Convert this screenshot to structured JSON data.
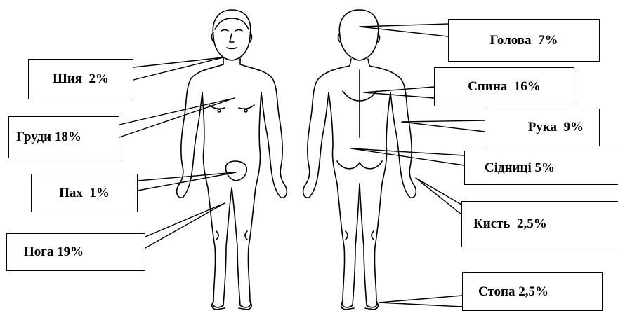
{
  "labels": {
    "neck": "Шия  2%",
    "chest": "Груди 18%",
    "groin": "Пах  1%",
    "leg": "Нога 19%",
    "head": "Голова  7%",
    "back": "Спина  16%",
    "arm": "Рука  9%",
    "buttock": "Сідниці 5%",
    "hand": "Кисть  2,5%",
    "foot": "Стопа 2,5%"
  },
  "colors": {
    "line": "#000000",
    "background": "#ffffff"
  }
}
